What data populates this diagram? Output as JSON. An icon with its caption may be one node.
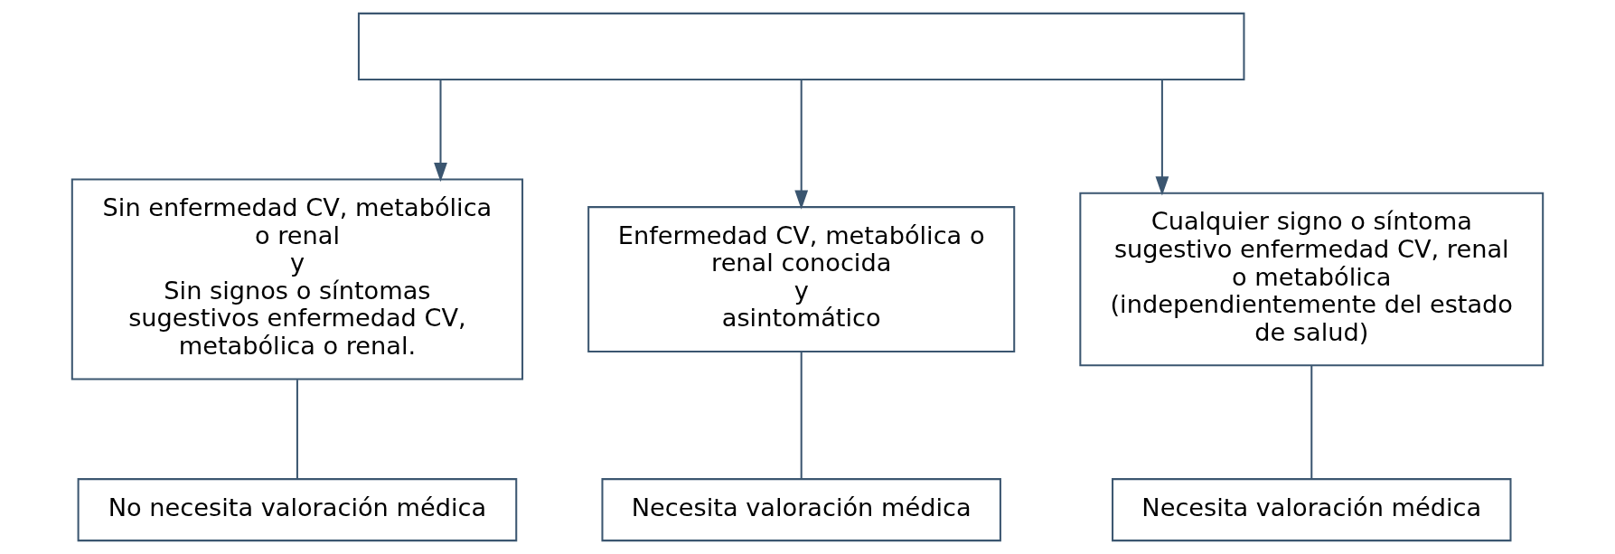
{
  "diagram": {
    "nodes": [
      {
        "text": [],
        "shape": "box"
      },
      {
        "text": [
          "Sin enfermedad CV, metabólica o renal",
          "y",
          "Sin signos o síntomas sugestivos enfermedad CV, metabólica o renal."
        ]
      },
      {
        "text": [
          "Enfermedad CV, metabólica o renal conocida",
          "y",
          "asintomático"
        ]
      },
      {
        "text": [
          "Cualquier signo o síntoma sugestivo enfermedad CV, renal o metabólica (independientemente del estado de salud)"
        ]
      },
      {
        "text": [
          "No necesita valoración médica"
        ]
      },
      {
        "text": [
          "Necesita valoración médica"
        ]
      },
      {
        "text": [
          "Necesita valoración médica"
        ]
      }
    ],
    "edges": [
      {
        "from": 0,
        "to": 1,
        "arrow": "to"
      },
      {
        "from": 0,
        "to": 2,
        "arrow": "to"
      },
      {
        "from": 0,
        "to": 3,
        "arrow": "to"
      },
      {
        "from": 1,
        "to": 4,
        "arrow": "none"
      },
      {
        "from": 2,
        "to": 5,
        "arrow": "none"
      },
      {
        "from": 3,
        "to": 6,
        "arrow": "none"
      }
    ]
  }
}
